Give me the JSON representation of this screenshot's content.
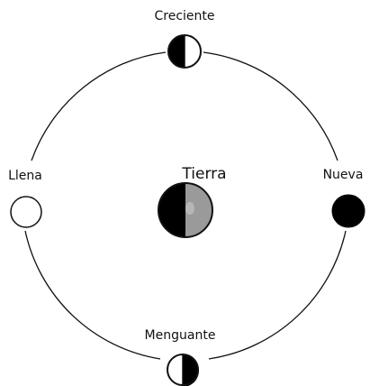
{
  "labels": {
    "top": "Creciente",
    "left": "Llena",
    "right": "Nueva",
    "bottom": "Menguante",
    "center": "Tierra"
  },
  "colors": {
    "stroke": "#111111",
    "dark": "#000000",
    "light": "#ffffff",
    "earth_lit": "#9a9a9a"
  }
}
